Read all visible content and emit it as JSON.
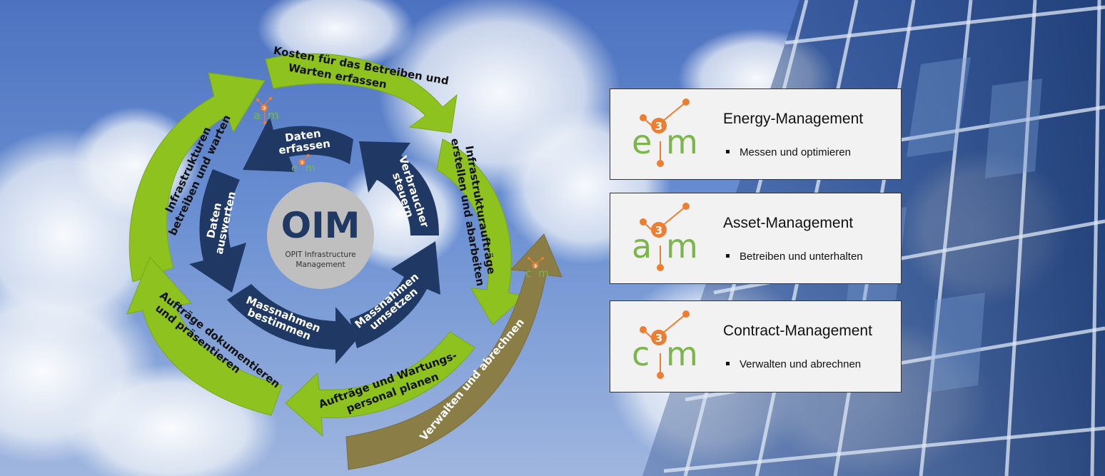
{
  "center": {
    "title": "OIM",
    "subtitle_line1": "OPIT Infrastructure",
    "subtitle_line2": "Management"
  },
  "outer_cycle": {
    "kosten": [
      "Kosten für das Betreiben und",
      "Warten erfassen"
    ],
    "infrastruktur_auftraege": [
      "Infrastrukturaufträge",
      "erstellen und abarbeiten"
    ],
    "auftraege_wartung": [
      "Aufträge und Wartungs-",
      "personal planen"
    ],
    "auftraege_dok": [
      "Aufträge dokumentieren",
      "und präsentieren"
    ],
    "infrastrukturen": [
      "Infrastrukturen",
      "betreiben und warten"
    ]
  },
  "inner_cycle": {
    "daten_erfassen": [
      "Daten",
      "erfassen"
    ],
    "verbraucher": [
      "Verbraucher",
      "steuern"
    ],
    "massnahmen_umsetzen": [
      "Massnahmen",
      "umsetzen"
    ],
    "massnahmen_bestimmen": [
      "Massnahmen",
      "bestimmen"
    ],
    "daten_auswerten": [
      "Daten",
      "auswerten"
    ]
  },
  "contract_arrow": {
    "label": "Verwalten und abrechnen"
  },
  "logos": {
    "exponent": "3",
    "am": {
      "left": "a",
      "right": "m"
    },
    "em": {
      "left": "e",
      "right": "m"
    },
    "cm": {
      "left": "c",
      "right": "m"
    }
  },
  "cards": [
    {
      "title": "Energy-Management",
      "bullet": "Messen und optimieren",
      "logo_letter": "e"
    },
    {
      "title": "Asset-Management",
      "bullet": "Betreiben und unterhalten",
      "logo_letter": "a"
    },
    {
      "title": "Contract-Management",
      "bullet": "Verwalten und abrechnen",
      "logo_letter": "c"
    }
  ],
  "colors": {
    "green_arrow": "#8dc21f",
    "navy_arrow": "#1f3864",
    "olive_arrow": "#8b7d46",
    "center_circle": "#bfbfbf",
    "orange": "#ed7d31",
    "logo_green": "#7ab648"
  }
}
